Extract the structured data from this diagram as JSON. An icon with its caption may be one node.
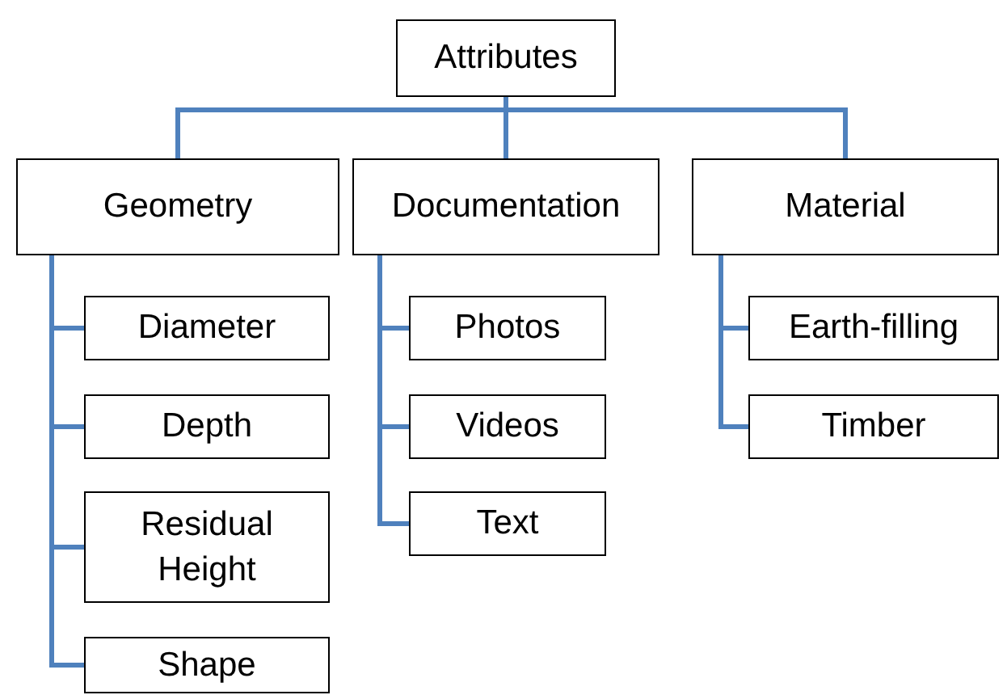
{
  "diagram": {
    "nodes": [
      {
        "text": [
          "Attributes"
        ]
      },
      {
        "text": [
          "Geometry"
        ]
      },
      {
        "text": [
          "Documentation"
        ]
      },
      {
        "text": [
          "Material"
        ]
      },
      {
        "text": [
          "Diameter"
        ]
      },
      {
        "text": [
          "Depth"
        ]
      },
      {
        "text": [
          "Residual Height"
        ]
      },
      {
        "text": [
          "Shape"
        ]
      },
      {
        "text": [
          "Photos"
        ]
      },
      {
        "text": [
          "Videos"
        ]
      },
      {
        "text": [
          "Text"
        ]
      },
      {
        "text": [
          "Earth-filling"
        ]
      },
      {
        "text": [
          "Timber"
        ]
      }
    ],
    "edges": [
      {
        "from": 0,
        "to": 1,
        "arrow": "none"
      },
      {
        "from": 0,
        "to": 2,
        "arrow": "none"
      },
      {
        "from": 0,
        "to": 3,
        "arrow": "none"
      },
      {
        "from": 1,
        "to": 4,
        "arrow": "none"
      },
      {
        "from": 1,
        "to": 5,
        "arrow": "none"
      },
      {
        "from": 1,
        "to": 6,
        "arrow": "none"
      },
      {
        "from": 1,
        "to": 7,
        "arrow": "none"
      },
      {
        "from": 2,
        "to": 8,
        "arrow": "none"
      },
      {
        "from": 2,
        "to": 9,
        "arrow": "none"
      },
      {
        "from": 2,
        "to": 10,
        "arrow": "none"
      },
      {
        "from": 3,
        "to": 11,
        "arrow": "none"
      },
      {
        "from": 3,
        "to": 12,
        "arrow": "none"
      }
    ]
  }
}
